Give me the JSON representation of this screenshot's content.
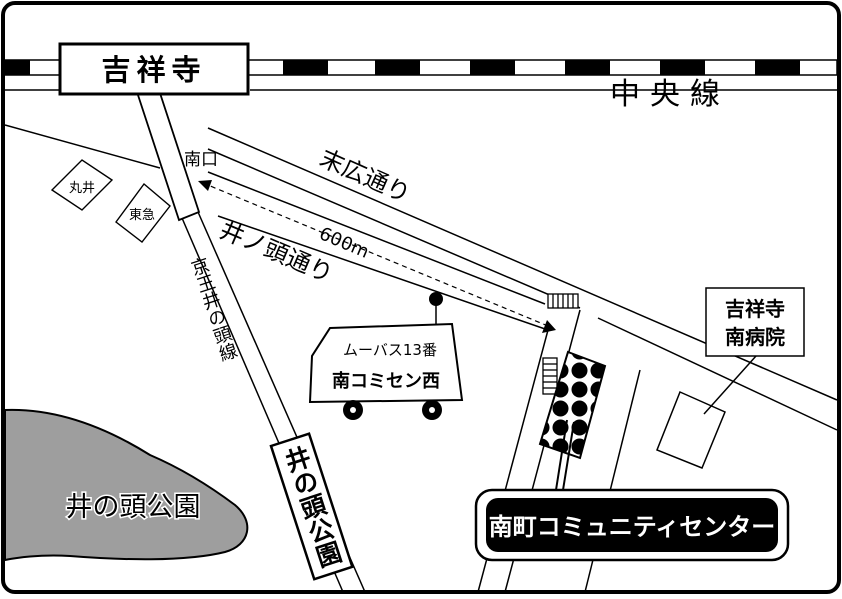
{
  "map": {
    "labels": {
      "station": "吉祥寺",
      "line_name": "中央線",
      "exit": "南口",
      "street_suehiro": "末広通り",
      "street_inokashira": "井ノ頭通り",
      "distance": "600m",
      "store_marui": "丸井",
      "store_tokyu": "東急",
      "keio_line": "京王井の頭線",
      "park": "井の頭公園",
      "park_sign": "井の頭公園",
      "bus_route": "ムーバス13番",
      "bus_stop": "南コミセン西",
      "hospital_line1": "吉祥寺",
      "hospital_line2": "南病院",
      "destination": "南町コミュニティセンター"
    }
  }
}
